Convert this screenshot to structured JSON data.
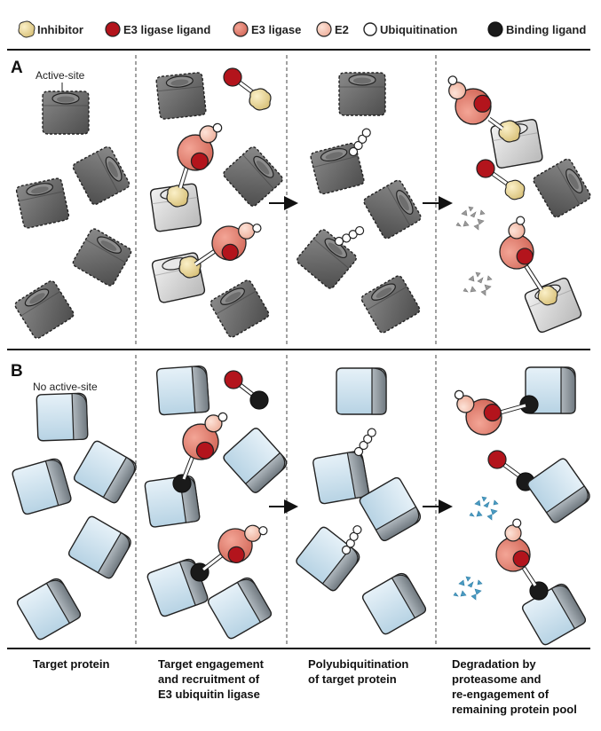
{
  "legend": [
    {
      "label": "Inhibitor",
      "color": "#f0dea0"
    },
    {
      "label": "E3 ligase ligand",
      "color": "#b3141c"
    },
    {
      "label": "E3 ligase",
      "color": "#e07f70"
    },
    {
      "label": "E2",
      "color": "#f6c8b8"
    },
    {
      "label": "Ubiquitination",
      "color": "#ffffff"
    },
    {
      "label": "Binding ligand",
      "color": "#1a1a1a"
    }
  ],
  "panels": [
    {
      "letter": "A",
      "note": "Active-site"
    },
    {
      "letter": "B",
      "note": "No active-site"
    }
  ],
  "columns": [
    [
      "Target protein"
    ],
    [
      "Target engagement",
      "and recruitment of",
      "E3 ubiquitin ligase"
    ],
    [
      "Polyubiquitination",
      "of target protein"
    ],
    [
      "Degradation by",
      "proteasome and",
      "re-engagement of",
      "remaining protein pool"
    ]
  ],
  "colors": {
    "protein_a": "#6b6b6b",
    "protein_a_bound": "#d8d8d8",
    "protein_b": "#c9dfec",
    "protein_b_side": "#8f9aa3",
    "fragments_a": "#9a9a9a",
    "fragments_b": "#4a9bc2"
  }
}
